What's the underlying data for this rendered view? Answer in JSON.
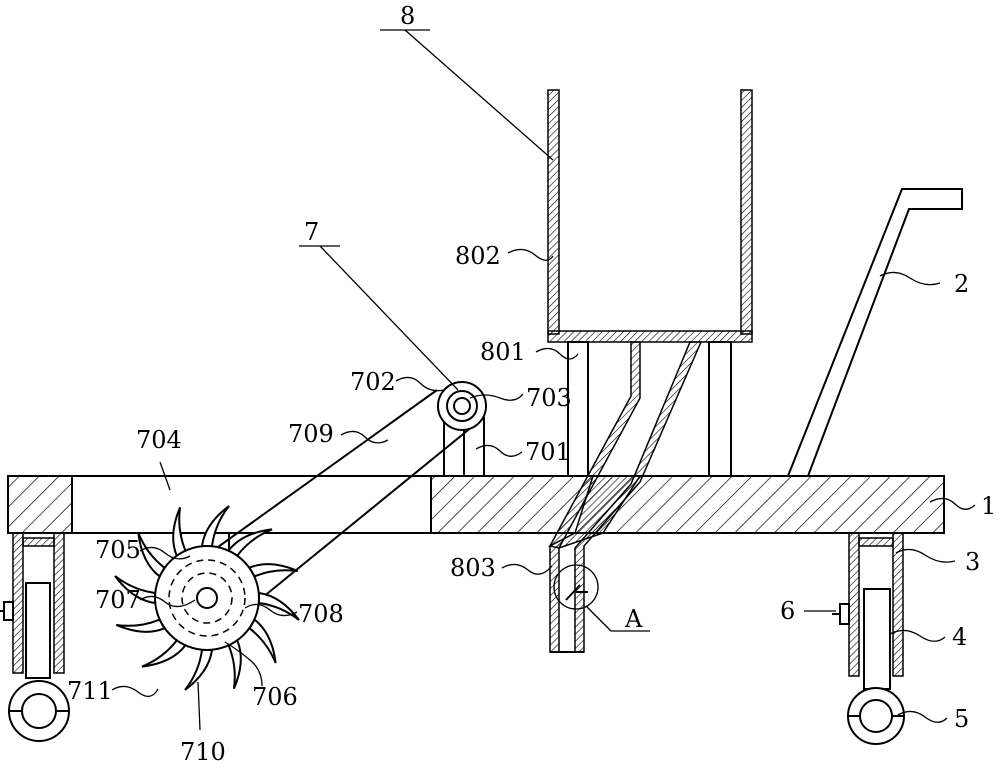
{
  "labels": {
    "l1": "1",
    "l2": "2",
    "l3": "3",
    "l4": "4",
    "l5": "5",
    "l6": "6",
    "l7": "7",
    "l8": "8",
    "l701": "701",
    "l702": "702",
    "l703": "703",
    "l704": "704",
    "l705": "705",
    "l706": "706",
    "l707": "707",
    "l708": "708",
    "l709": "709",
    "l710": "710",
    "l711": "711",
    "l801": "801",
    "l802": "802",
    "l803": "803",
    "lA": "A"
  },
  "colors": {
    "line": "#000000",
    "background": "#ffffff"
  }
}
